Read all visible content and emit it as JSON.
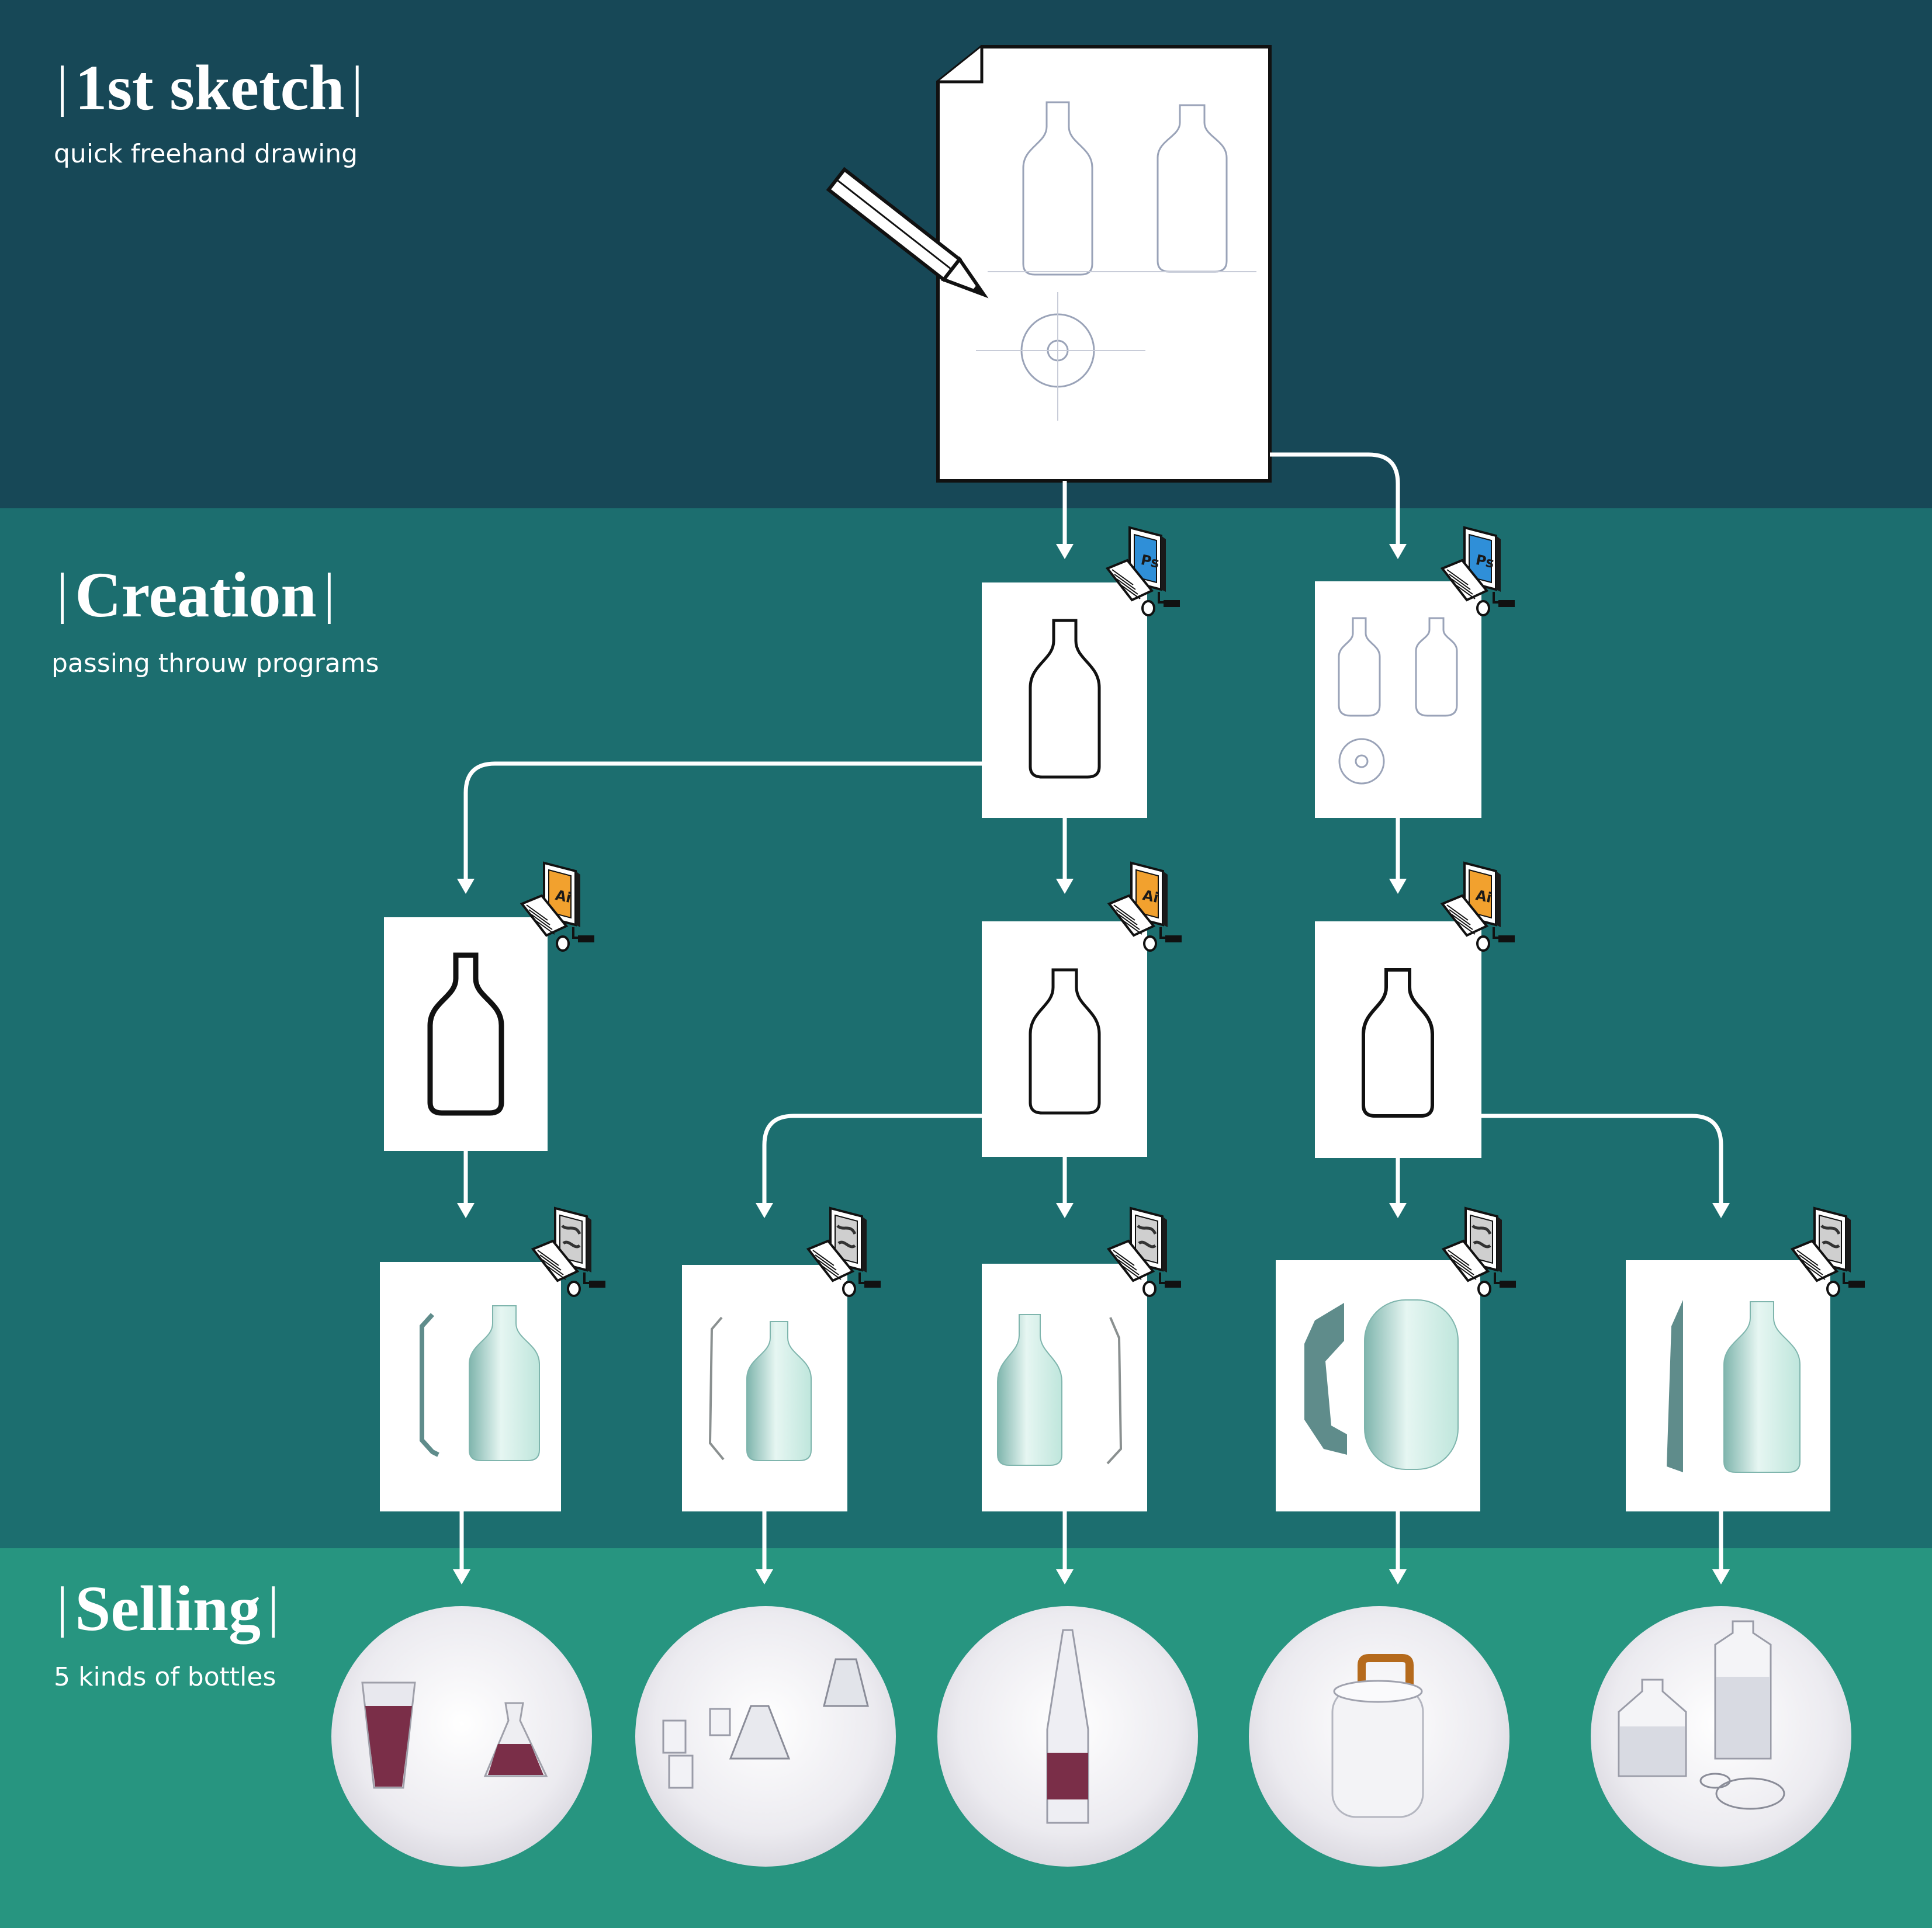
{
  "colors": {
    "band1": "#174857",
    "band2": "#1c6e6f",
    "band3": "#279580",
    "connector": "#ffffff",
    "ps_screen": "#2f8fd8",
    "ai_screen": "#f2a12e",
    "render": "#bfe6dc",
    "render_dark": "#7fb5ad",
    "profile": "#5f8c8b",
    "wine": "#7a2e48",
    "handle": "#b56a1c"
  },
  "stages": [
    {
      "title": "1st sketch",
      "subtitle": "quick freehand drawing"
    },
    {
      "title": "Creation",
      "subtitle": "passing throuw programs"
    },
    {
      "title": "Selling",
      "subtitle": "5 kinds of bottles"
    }
  ],
  "program_badges": {
    "ps": "Ps",
    "ai": "Ai"
  },
  "icons": {
    "sketch": "pencil-icon",
    "photoshop": "photoshop-computer-icon",
    "illustrator": "illustrator-computer-icon",
    "renderer": "3d-render-computer-icon"
  }
}
